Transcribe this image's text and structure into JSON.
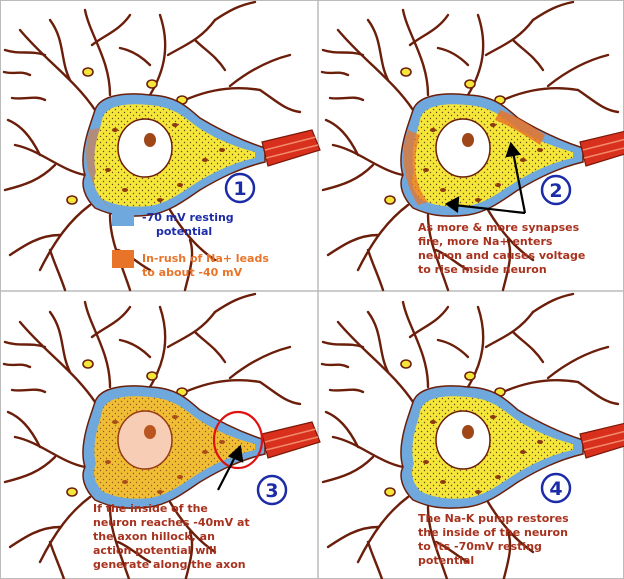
{
  "colors": {
    "resting": "#6FA8DC",
    "inrush": "#E8742A",
    "cytoplasm": "#F5E63A",
    "dendrite": "#6B1E0A",
    "axon": "#D9301E",
    "nucleus": "#A0471A",
    "circle_number": "#1C2BA8",
    "text_blue": "#1C2BA8",
    "text_red": "#A8321E",
    "highlight": "#E01010"
  },
  "panels": [
    {
      "number": "1"
    },
    {
      "number": "2"
    },
    {
      "number": "3"
    },
    {
      "number": "4"
    }
  ],
  "legend": {
    "resting_line1": "-70 mV resting",
    "resting_line2": "potential",
    "inrush_line1": "In-rush of Na+ leads",
    "inrush_line2": "to about -40 mV"
  },
  "captions": {
    "panel2": [
      "As more & more synapses",
      "fire, more Na+ enters",
      "neuron and causes voltage",
      "to rise inside neuron"
    ],
    "panel3": [
      "If the inside of the",
      "neuron reaches -40mV at",
      "the axon hillock, an",
      "action potential will",
      "generate along the axon"
    ],
    "panel4": [
      "The Na-K pump restores",
      "the inside of the neuron",
      "to its -70mV resting",
      "potential"
    ]
  }
}
